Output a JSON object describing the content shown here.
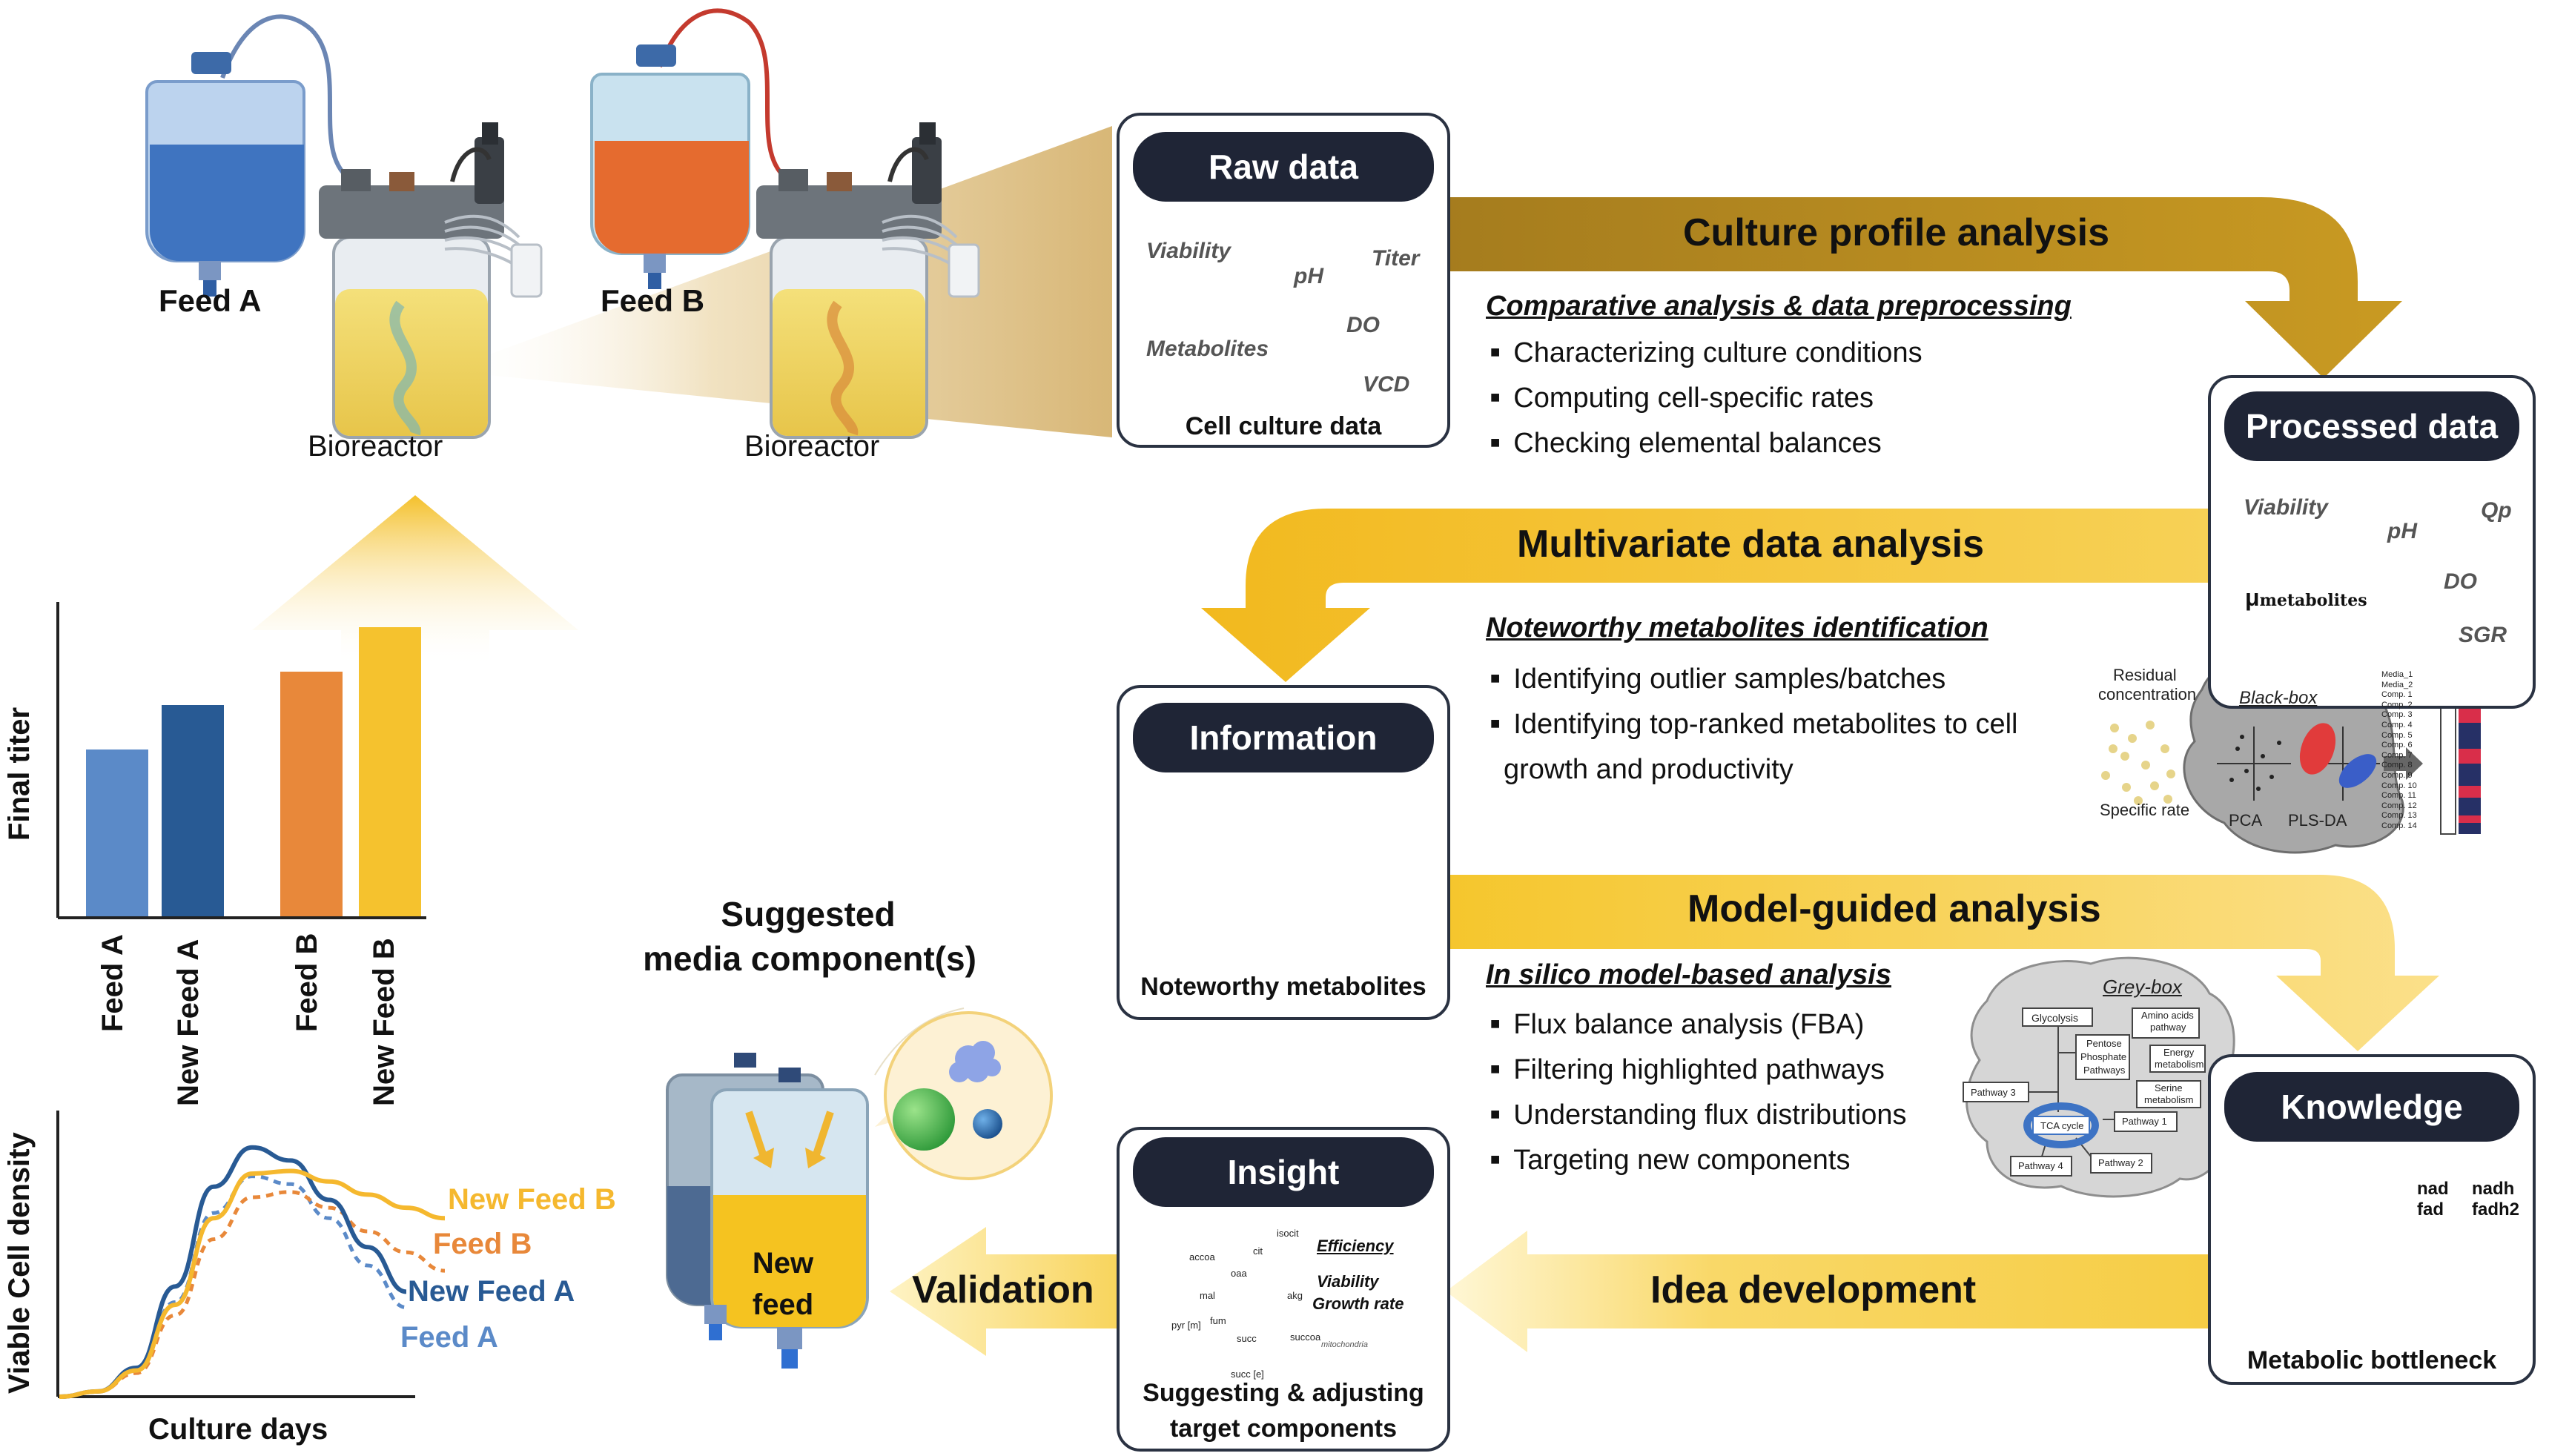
{
  "feeds": {
    "feed_a": "Feed A",
    "feed_b": "Feed B",
    "bioreactor_a": "Bioreactor",
    "bioreactor_b": "Bioreactor"
  },
  "raw_data": {
    "title": "Raw data",
    "labels": [
      "Viability",
      "pH",
      "Titer",
      "DO",
      "Metabolites",
      "VCD"
    ],
    "caption": "Cell culture data"
  },
  "culture_profile": {
    "title": "Culture profile analysis",
    "subhead": "Comparative analysis & data preprocessing",
    "bullets": [
      "Characterizing culture conditions",
      "Computing cell-specific rates",
      "Checking elemental balances"
    ]
  },
  "processed_data": {
    "title": "Processed data",
    "labels": [
      "Viability",
      "Qp",
      "pH",
      "DO",
      "SGR"
    ],
    "mu_symbol": "μ",
    "mu_sub": "metabolites"
  },
  "multivariate": {
    "title": "Multivariate data analysis",
    "subhead": "Noteworthy metabolites identification",
    "bullets": [
      "Identifying outlier samples/batches",
      "Identifying top-ranked metabolites to cell",
      "growth and productivity"
    ],
    "panel": {
      "residual_1": "Residual",
      "residual_2": "concentration",
      "specific_rate": "Specific rate",
      "black_box": "Black-box",
      "pca": "PCA",
      "plsda": "PLS-DA",
      "rows": [
        "Media_1",
        "Media_2",
        "Comp. 1",
        "Comp. 2",
        "Comp. 3",
        "Comp. 4",
        "Comp. 5",
        "Comp. 6",
        "Comp. 7",
        "Comp. 8",
        "Comp. 9",
        "Comp. 10",
        "Comp. 11",
        "Comp. 12",
        "Comp. 13",
        "Comp. 14"
      ]
    }
  },
  "information": {
    "title": "Information",
    "caption": "Noteworthy metabolites"
  },
  "model_guided": {
    "title": "Model-guided analysis",
    "subhead": "In silico model-based analysis",
    "bullets": [
      "Flux balance analysis (FBA)",
      "Filtering highlighted pathways",
      "Understanding flux distributions",
      "Targeting new components"
    ],
    "grey_box": {
      "title": "Grey-box",
      "glycolysis": "Glycolysis",
      "amino_1": "Amino acids",
      "amino_2": "pathway",
      "ppp_1": "Pentose",
      "ppp_2": "Phosphate",
      "ppp_3": "Pathways",
      "energy_1": "Energy",
      "energy_2": "metabolism",
      "serine_1": "Serine",
      "serine_2": "metabolism",
      "pathway_3": "Pathway 3",
      "tca": "TCA cycle",
      "pathway_1": "Pathway 1",
      "pathway_2": "Pathway 2",
      "pathway_4": "Pathway 4"
    }
  },
  "knowledge": {
    "title": "Knowledge",
    "caption": "Metabolic bottleneck",
    "cofactors": [
      "nad",
      "nadh",
      "fad",
      "fadh2"
    ]
  },
  "idea_development": {
    "title": "Idea development"
  },
  "insight": {
    "title": "Insight",
    "caption_1": "Suggesting & adjusting",
    "caption_2": "target components",
    "efficiency": "Efficiency",
    "viability": "Viability",
    "growth_rate": "Growth rate",
    "nodes": [
      "accoa",
      "cit",
      "isocit",
      "oaa",
      "akg",
      "mal",
      "fum",
      "succoa",
      "succ",
      "pyr [m]",
      "succ [e]"
    ],
    "mitochondria": "mitochondria"
  },
  "validation": {
    "title": "Validation"
  },
  "suggested": {
    "line1": "Suggested",
    "line2": "media component(s)",
    "new_feed_1": "New",
    "new_feed_2": "feed"
  },
  "titer_chart": {
    "ylabel": "Final titer",
    "categories": [
      "Feed A",
      "New Feed A",
      "Feed B",
      "New Feed B"
    ]
  },
  "growth_chart": {
    "ylabel": "Viable Cell density",
    "xlabel": "Culture days",
    "series_names": [
      "New Feed B",
      "Feed B",
      "New Feed A",
      "Feed A"
    ]
  },
  "chart_data": [
    {
      "type": "bar",
      "categories": [
        "Feed A",
        "New Feed A",
        "Feed B",
        "New Feed B"
      ],
      "values": [
        0.45,
        0.57,
        0.66,
        0.78
      ],
      "ylabel": "Final titer",
      "colors": [
        "#5b8ac8",
        "#285a94",
        "#e8883a",
        "#f5c22e"
      ]
    },
    {
      "type": "line",
      "xlabel": "Culture days",
      "ylabel": "Viable Cell density",
      "x": [
        0,
        1,
        2,
        3,
        4,
        5,
        6,
        7,
        8,
        9,
        10
      ],
      "series": [
        {
          "name": "New Feed B",
          "values": [
            0.0,
            0.02,
            0.1,
            0.35,
            0.68,
            0.85,
            0.86,
            0.82,
            0.77,
            0.72,
            0.68
          ],
          "color": "#f5b82e",
          "style": "solid"
        },
        {
          "name": "Feed B",
          "values": [
            0.0,
            0.02,
            0.09,
            0.31,
            0.6,
            0.76,
            0.78,
            0.72,
            0.63,
            0.55,
            0.48
          ],
          "color": "#e8883a",
          "style": "dotted"
        },
        {
          "name": "New Feed A",
          "values": [
            0.0,
            0.02,
            0.11,
            0.42,
            0.8,
            0.95,
            0.9,
            0.75,
            0.57,
            0.4,
            null
          ],
          "color": "#285a94",
          "style": "solid"
        },
        {
          "name": "Feed A",
          "values": [
            0.0,
            0.02,
            0.1,
            0.36,
            0.7,
            0.84,
            0.81,
            0.68,
            0.5,
            0.34,
            null
          ],
          "color": "#5b8ac8",
          "style": "dotted"
        }
      ]
    }
  ],
  "colors": {
    "navy": "#1f2536",
    "gold_dark": "#b88a1e",
    "gold": "#f3c12d",
    "gold_light": "#fbe49c",
    "red_dot": "#e45050"
  }
}
